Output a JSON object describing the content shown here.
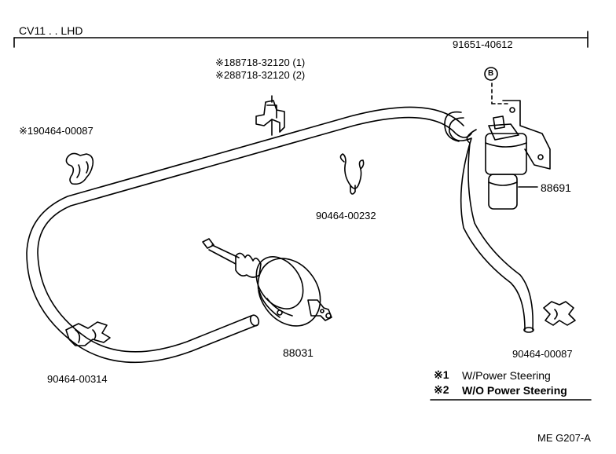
{
  "header": {
    "title": "CV11 . . LHD"
  },
  "parts": {
    "p_91651": "91651-40612",
    "p_91651_ref": "B",
    "p_88718_a": "※188718-32120 (1)",
    "p_88718_b": "※288718-32120 (2)",
    "p_90464_00087_left": "※190464-00087",
    "p_90464_00232": "90464-00232",
    "p_88691": "88691",
    "p_88031": "88031",
    "p_90464_00314": "90464-00314",
    "p_90464_00087_right": "90464-00087"
  },
  "legend": [
    {
      "mark": "※1",
      "text": "W/Power Steering"
    },
    {
      "mark": "※2",
      "text": "W/O Power Steering"
    }
  ],
  "footer": {
    "code": "ME G207-A"
  }
}
